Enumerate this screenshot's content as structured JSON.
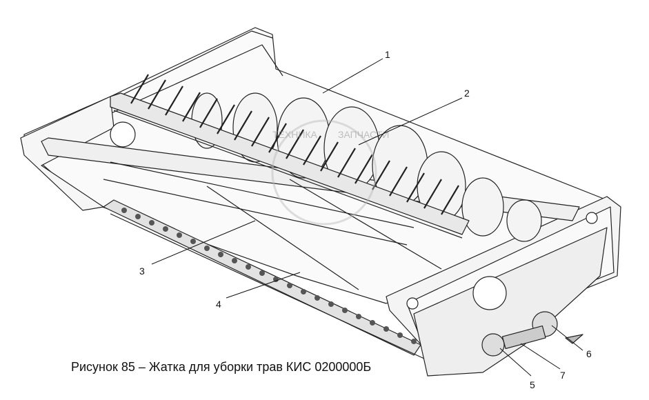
{
  "figure": {
    "caption": "Рисунок 85 – Жатка для уборки трав КИС 0200000Б",
    "callouts": [
      "1",
      "2",
      "3",
      "4",
      "5",
      "6",
      "7"
    ],
    "watermark": {
      "left": "ТЕХНИКА",
      "right": "ЗАПЧАСТИ"
    }
  }
}
